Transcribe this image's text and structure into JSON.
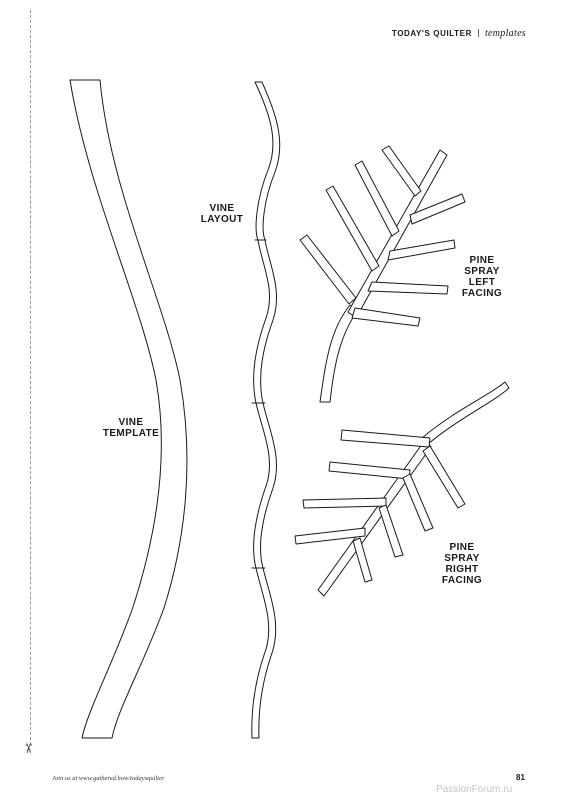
{
  "header": {
    "brand": "TODAY'S QUILTER",
    "section": "templates"
  },
  "labels": {
    "vine_template": "VINE\nTEMPLATE",
    "vine_layout": "VINE\nLAYOUT",
    "pine_left": "PINE\nSPRAY\nLEFT\nFACING",
    "pine_right": "PINE\nSPRAY\nRIGHT\nFACING"
  },
  "footer": {
    "note": "Join us at www.gathered.how/todaysquilter",
    "page_number": "81"
  },
  "watermark": "PassionForum.ru",
  "icons": {
    "scissors": "scissors-icon"
  },
  "colors": {
    "ink": "#1a1a1a",
    "fill": "#ffffff"
  }
}
